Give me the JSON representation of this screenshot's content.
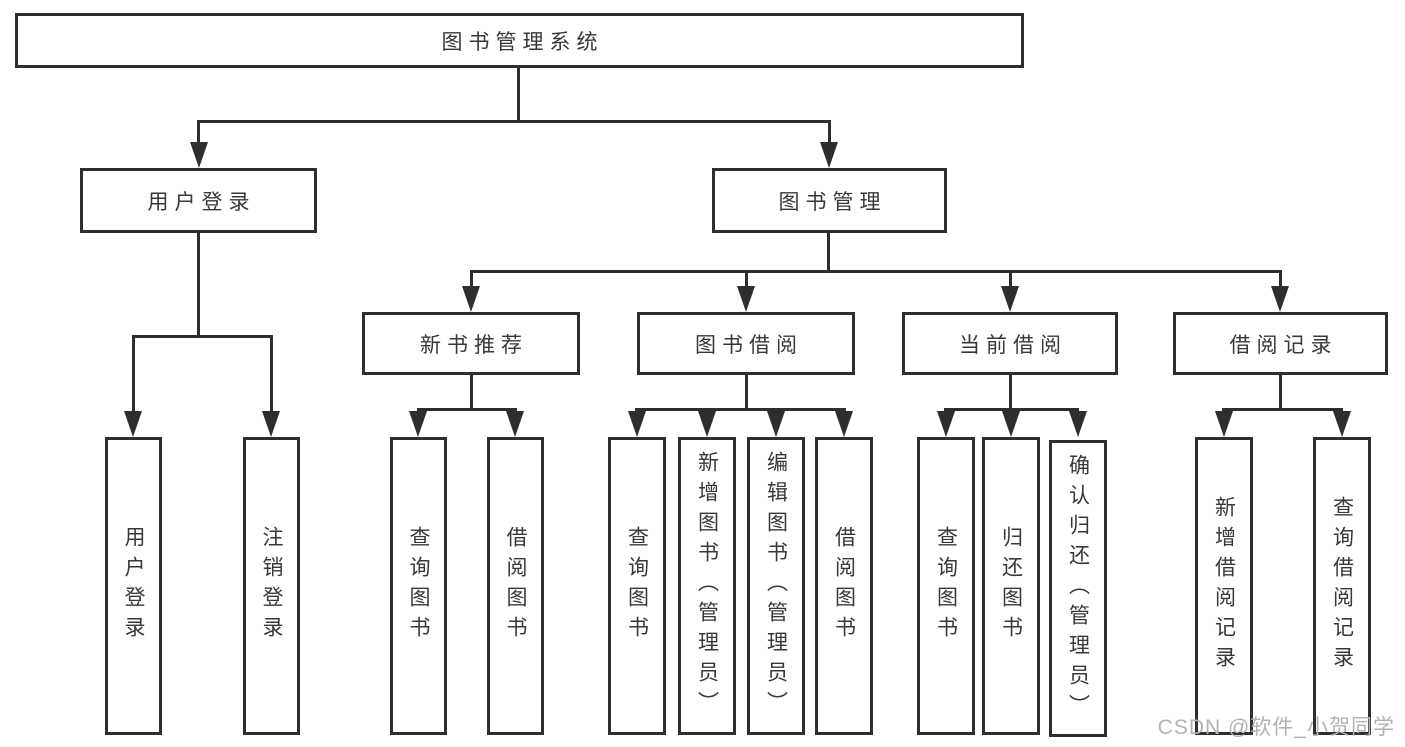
{
  "nodes": {
    "root": "图书管理系统",
    "user_login": "用户登录",
    "book_mgmt": "图书管理",
    "new_book_rec": "新书推荐",
    "book_borrow": "图书借阅",
    "current_borrow": "当前借阅",
    "borrow_records": "借阅记录",
    "leaf_user_login": "用户登录",
    "leaf_logout": "注销登录",
    "leaf_query_book_rec": "查询图书",
    "leaf_borrow_book_rec": "借阅图书",
    "leaf_query_book_borrow": "查询图书",
    "leaf_add_book_admin": "新增图书（管理员）",
    "leaf_edit_book_admin": "编辑图书（管理员）",
    "leaf_borrow_book_borrow": "借阅图书",
    "leaf_query_book_current": "查询图书",
    "leaf_return_book": "归还图书",
    "leaf_confirm_return_admin": "确认归还（管理员）",
    "leaf_add_borrow_record": "新增借阅记录",
    "leaf_query_borrow_record": "查询借阅记录"
  },
  "hierarchy": {
    "图书管理系统": {
      "用户登录": [
        "用户登录",
        "注销登录"
      ],
      "图书管理": {
        "新书推荐": [
          "查询图书",
          "借阅图书"
        ],
        "图书借阅": [
          "查询图书",
          "新增图书（管理员）",
          "编辑图书（管理员）",
          "借阅图书"
        ],
        "当前借阅": [
          "查询图书",
          "归还图书",
          "确认归还（管理员）"
        ],
        "借阅记录": [
          "新增借阅记录",
          "查询借阅记录"
        ]
      }
    }
  },
  "watermark": "CSDN @软件_小贺同学",
  "colors": {
    "line": "#2e2e2e",
    "text": "#383838",
    "background": "#ffffff",
    "watermark": "#b3b3b3"
  }
}
